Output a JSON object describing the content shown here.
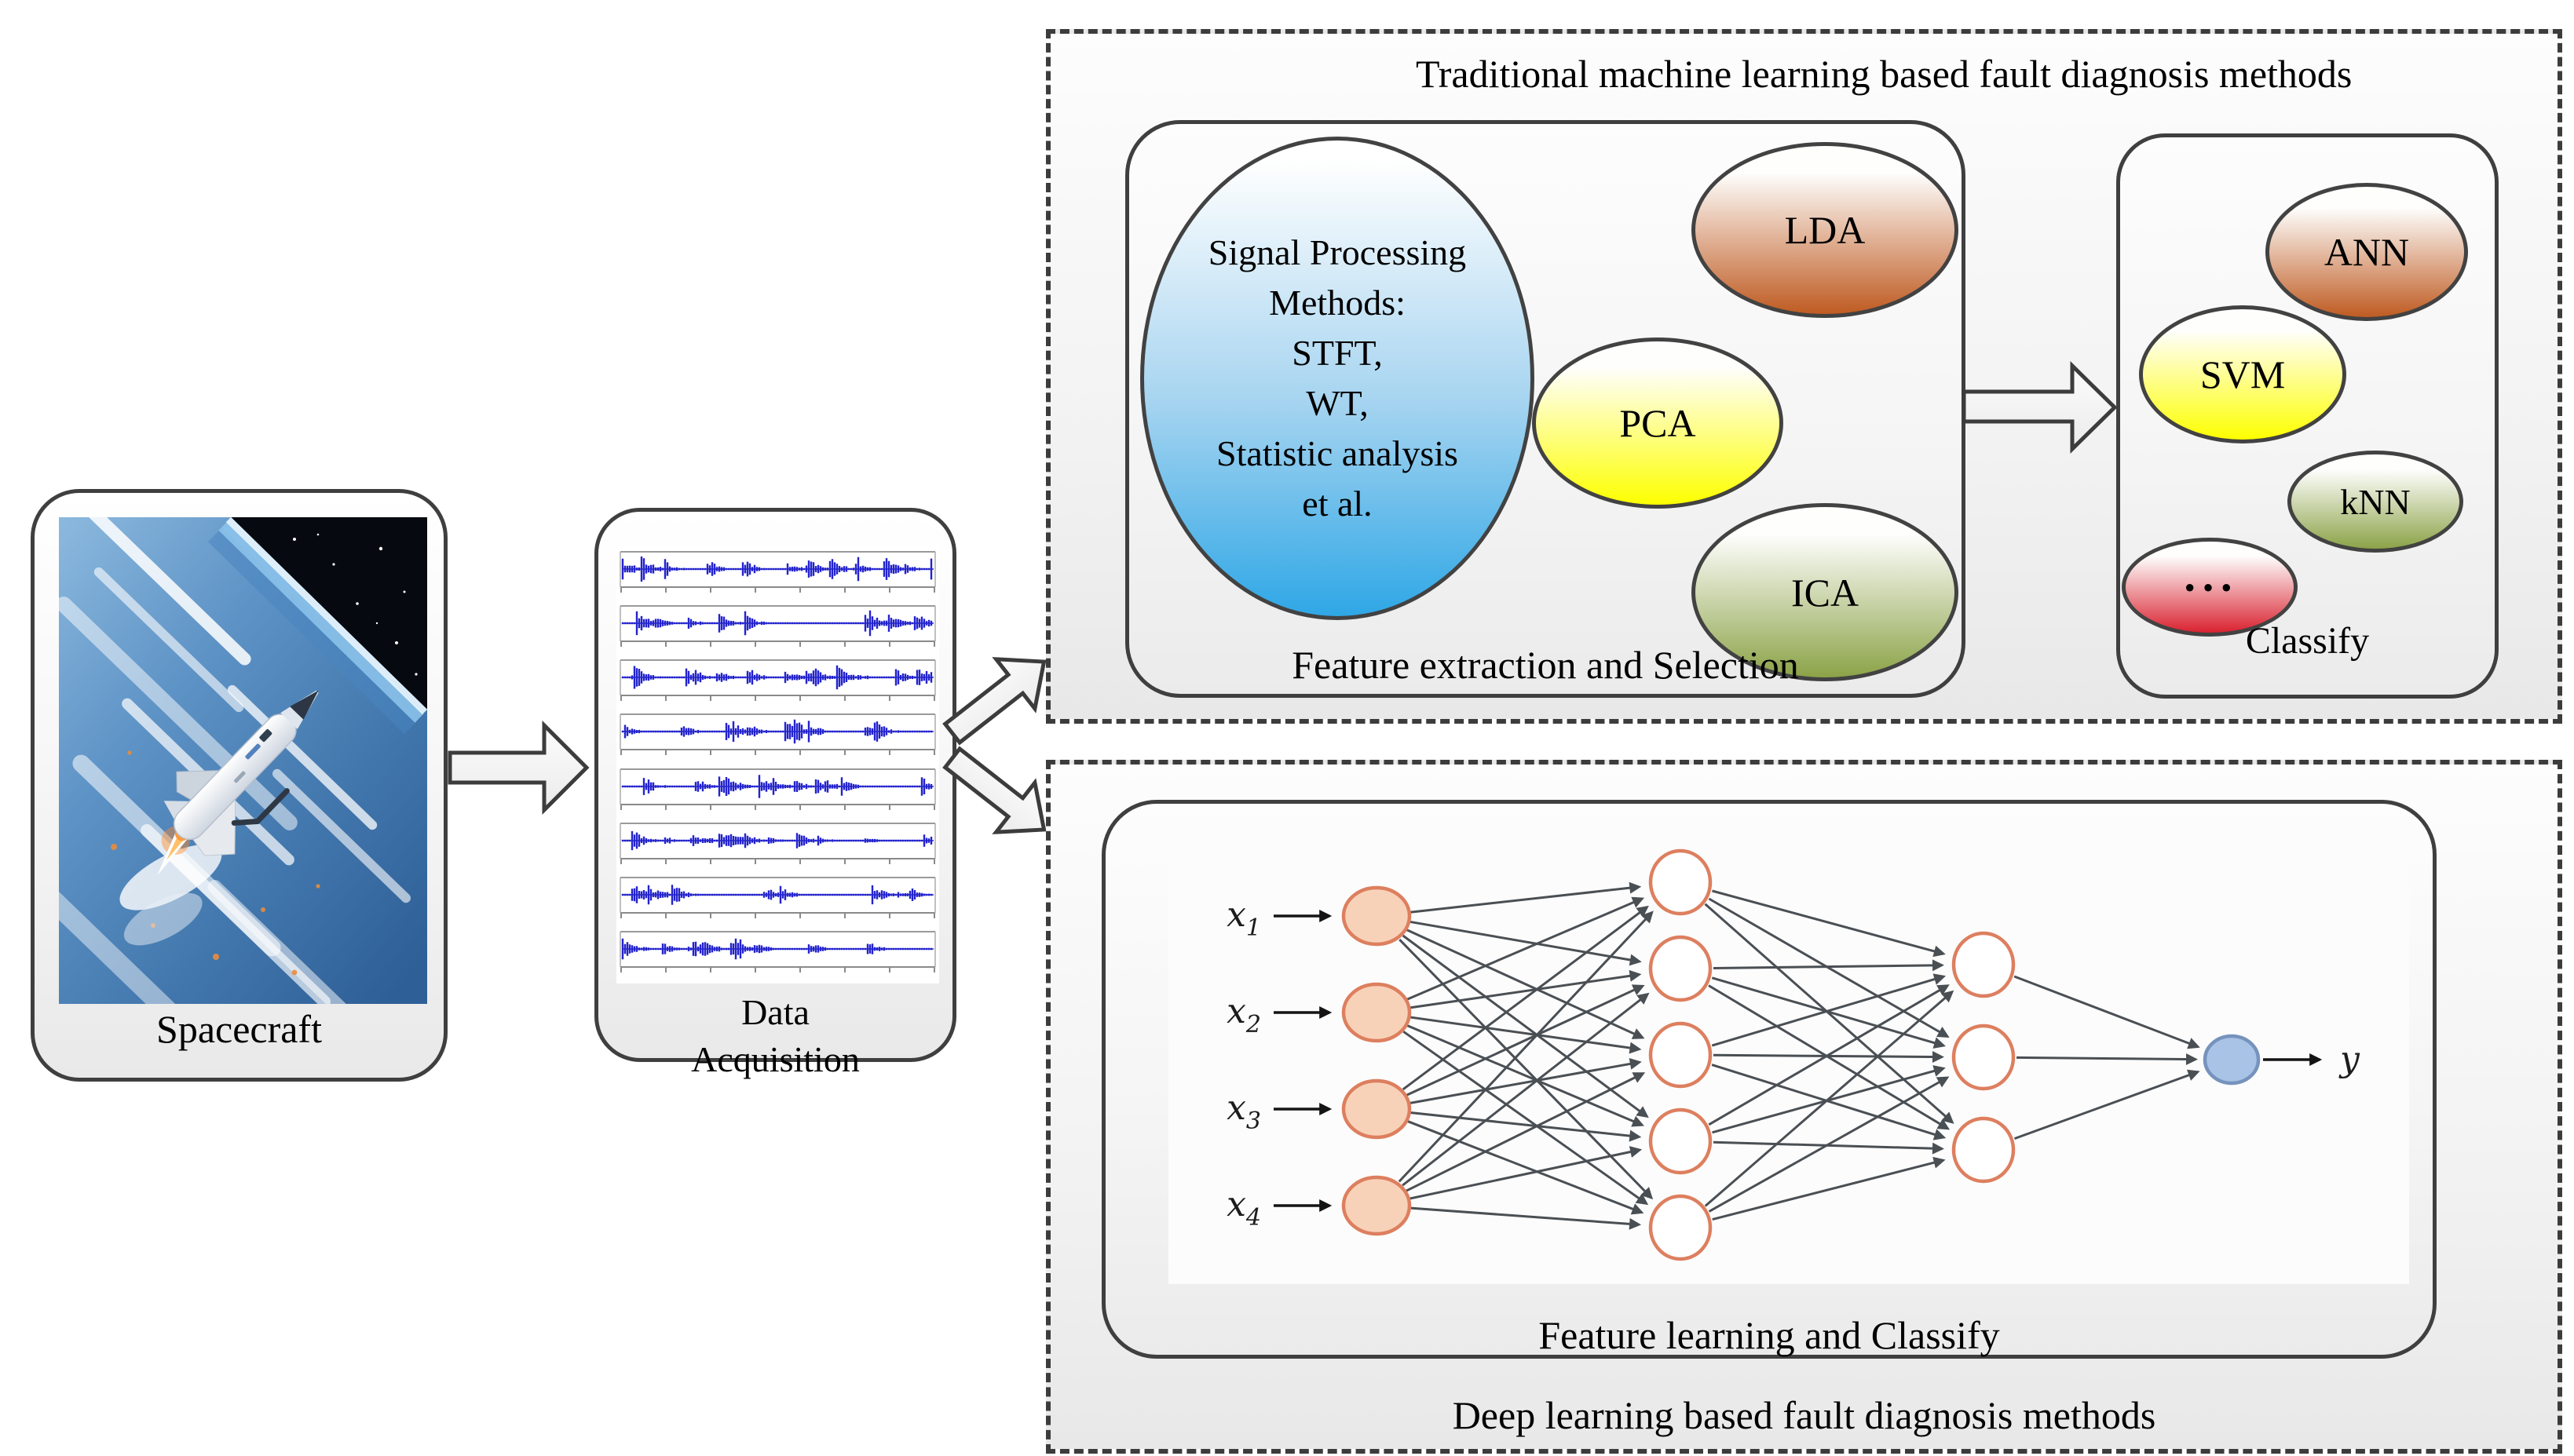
{
  "figure": {
    "spacecraft": {
      "label": "Spacecraft"
    },
    "data_acquisition": {
      "label_lines": [
        "Data",
        "Acquisition"
      ],
      "signal_rows": 8
    },
    "traditional": {
      "title": "Traditional machine learning based fault diagnosis methods",
      "feature_extraction": {
        "label": "Feature extraction and Selection",
        "signal_processing_lines": [
          "Signal Processing",
          "Methods:",
          "STFT,",
          "WT,",
          "Statistic analysis",
          "et al."
        ],
        "methods": [
          {
            "label": "LDA",
            "color": "#bf5b22"
          },
          {
            "label": "PCA",
            "color": "#fdff00"
          },
          {
            "label": "ICA",
            "color": "#8ca348"
          }
        ]
      },
      "classify": {
        "label": "Classify",
        "methods": [
          {
            "label": "ANN",
            "color": "#bf5b22"
          },
          {
            "label": "SVM",
            "color": "#fdff00"
          },
          {
            "label": "kNN",
            "color": "#8ca348"
          },
          {
            "label": "···",
            "color": "#d92230"
          }
        ]
      }
    },
    "deep": {
      "title": "Deep learning based fault diagnosis methods",
      "feature_learning": {
        "label": "Feature learning and Classify",
        "network": {
          "layers": [
            4,
            5,
            3,
            1
          ],
          "input_labels": [
            {
              "base": "x",
              "sub": "1"
            },
            {
              "base": "x",
              "sub": "2"
            },
            {
              "base": "x",
              "sub": "3"
            },
            {
              "base": "x",
              "sub": "4"
            }
          ],
          "output_label": "y"
        }
      }
    },
    "colors": {
      "box_border": "#3f3f3f",
      "dashed_border": "#3c3c3c",
      "signal": "#2323cd",
      "signal_processing_blue": "#2fa7e6",
      "input_node_fill": "#f8d2b8",
      "input_node_border": "#dd7f5f",
      "hidden_node_border": "#dd7f5f",
      "output_node_fill": "#a9c3e6",
      "output_node_border": "#7693bd",
      "connection": "#4a4f54"
    }
  }
}
